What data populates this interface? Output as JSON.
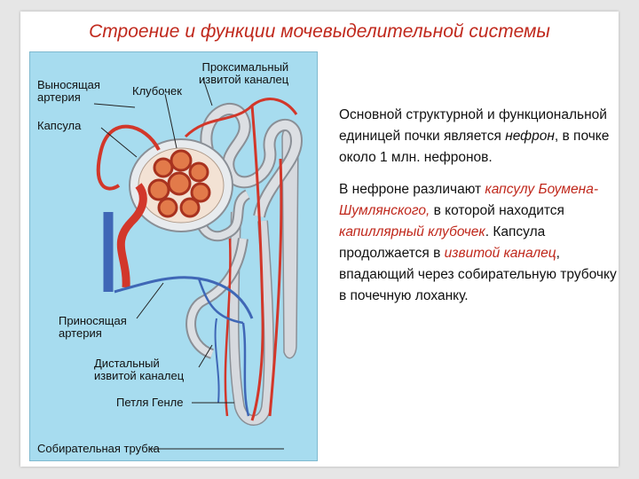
{
  "slide": {
    "title": "Строение и функции мочевыделительной системы"
  },
  "figure": {
    "labels": {
      "efferent_artery": "Выносящая\nартерия",
      "glomerulus": "Клубочек",
      "proximal_tubule": "Проксимальный\nизвитой каналец",
      "capsule": "Капсула",
      "afferent_artery": "Приносящая\nартерия",
      "distal_tubule": "Дистальный\nизвитой каналец",
      "henle_loop": "Петля Генле",
      "collecting_duct": "Собирательная трубка"
    }
  },
  "text": {
    "p1": {
      "a": "Основной структурной и функциональной единицей почки является ",
      "b": "нефрон",
      "c": ", в почке около 1 млн. нефронов."
    },
    "p2": {
      "a": "В нефроне различают ",
      "b": "капсулу Боумена-Шумлянского,",
      "c": " в которой находится ",
      "d": "капиллярный клубочек",
      "e": ". Капсула продолжается в ",
      "f": "извитой каналец",
      "g": ", впадающий через собирательную трубочку в почечную лоханку."
    }
  },
  "colors": {
    "title": "#c0281c",
    "highlight": "#c0281c",
    "figure_bg": "#a7dcef",
    "artery": "#d2372a",
    "vein": "#3f67b6",
    "tubule": "#cfd3d8"
  }
}
